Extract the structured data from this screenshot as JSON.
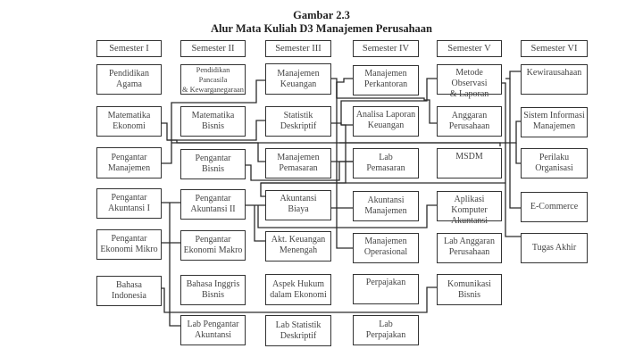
{
  "title": {
    "line1": "Gambar 2.3",
    "line2": "Alur Mata Kuliah D3 Manajemen Perusahaan"
  },
  "semesters": [
    {
      "label": "Semester I"
    },
    {
      "label": "Semester II"
    },
    {
      "label": "Semester III"
    },
    {
      "label": "Semester IV"
    },
    {
      "label": "Semester V"
    },
    {
      "label": "Semester VI"
    }
  ],
  "courses": {
    "s1": [
      {
        "name": "Pendidikan\nAgama"
      },
      {
        "name": "Matematika\nEkonomi"
      },
      {
        "name": "Pengantar\nManajemen"
      },
      {
        "name": "Pengantar\nAkuntansi I"
      },
      {
        "name": "Pengantar\nEkonomi Mikro"
      },
      {
        "name": "Bahasa\nIndonesia"
      }
    ],
    "s2": [
      {
        "name": "Pendidikan Pancasila\n& Kewarganegaraan"
      },
      {
        "name": "Matematika\nBisnis"
      },
      {
        "name": "Pengantar\nBisnis"
      },
      {
        "name": "Pengantar\nAkuntansi II"
      },
      {
        "name": "Pengantar\nEkonomi Makro"
      },
      {
        "name": "Bahasa Inggris\nBisnis"
      },
      {
        "name": "Lab Pengantar\nAkuntansi"
      }
    ],
    "s3": [
      {
        "name": "Manajemen\nKeuangan"
      },
      {
        "name": "Statistik\nDeskriptif"
      },
      {
        "name": "Manajemen\nPemasaran"
      },
      {
        "name": "Akuntansi\nBiaya"
      },
      {
        "name": "Akt. Keuangan\nMenengah"
      },
      {
        "name": "Aspek Hukum\ndalam Ekonomi"
      },
      {
        "name": "Lab Statistik\nDeskriptif"
      }
    ],
    "s4": [
      {
        "name": "Manajemen\nPerkantoran"
      },
      {
        "name": "Analisa Laporan\nKeuangan"
      },
      {
        "name": "Lab\nPemasaran"
      },
      {
        "name": "Akuntansi\nManajemen"
      },
      {
        "name": "Manajemen\nOperasional"
      },
      {
        "name": "Perpajakan"
      },
      {
        "name": "Lab\nPerpajakan"
      }
    ],
    "s5": [
      {
        "name": "Metode Observasi\n& Laporan"
      },
      {
        "name": "Anggaran\nPerusahaan"
      },
      {
        "name": "MSDM"
      },
      {
        "name": "Aplikasi Komputer\nAkuntansi"
      },
      {
        "name": "Lab Anggaran\nPerusahaan"
      },
      {
        "name": "Komunikasi\nBisnis"
      }
    ],
    "s6": [
      {
        "name": "Kewirausahaan"
      },
      {
        "name": "Sistem Informasi\nManajemen"
      },
      {
        "name": "Perilaku Organisasi"
      },
      {
        "name": "E-Commerce"
      },
      {
        "name": "Tugas Akhir"
      }
    ]
  }
}
